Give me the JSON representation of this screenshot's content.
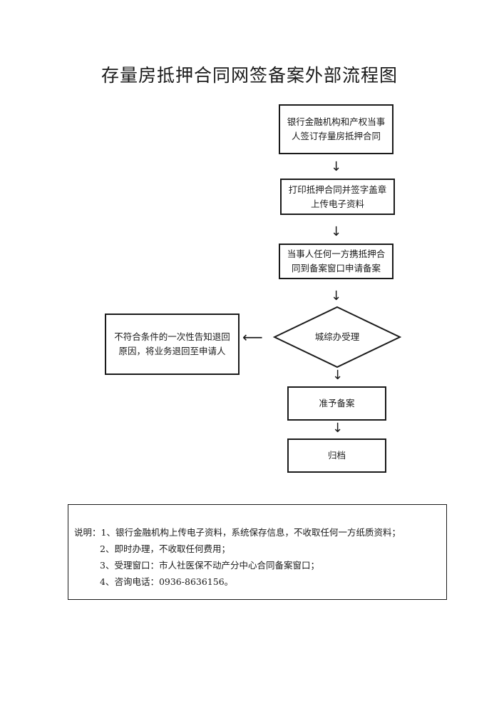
{
  "title": "存量房抵押合同网签备案外部流程图",
  "flow": {
    "step1": "银行金融机构和产权当事\n人签订存量房抵押合同",
    "step2": "打印抵押合同并签字盖章\n上传电子资料",
    "step3": "当事人任何一方携抵押合\n同到备案窗口申请备案",
    "decision": "城综办受理",
    "reject": "不符合条件的一次性告知退回\n原因，将业务退回至申请人",
    "approve": "准予备案",
    "archive": "归档"
  },
  "arrows": {
    "down": "↓",
    "left": "⟵"
  },
  "notes": [
    "说明：1、银行金融机构上传电子资料，系统保存信息，不收取任何一方纸质资料；",
    "2、即时办理，不收取任何费用；",
    "3、受理窗口：市人社医保不动产分中心合同备案窗口；",
    "4、咨询电话：0936-8636156。"
  ]
}
